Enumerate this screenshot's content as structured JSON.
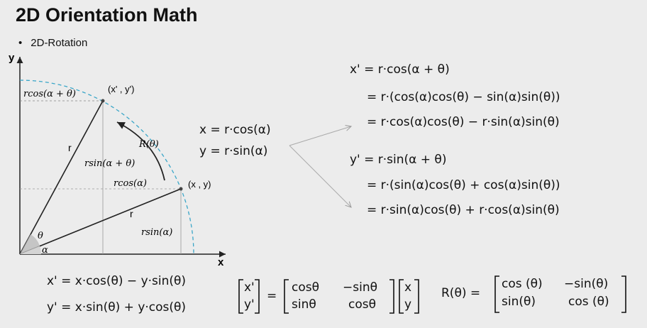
{
  "slide": {
    "title": "2D Orientation Math",
    "bullet": "2D-Rotation"
  },
  "diagram": {
    "axis_y": "y",
    "axis_x": "x",
    "point_top": "(x' , y')",
    "point_right": "(x , y)",
    "label_rcos_sum": "rcos(α + θ)",
    "label_r_upper": "r",
    "label_r_lower": "r",
    "label_rsin_sum": "rsin(α + θ)",
    "label_R": "R(θ)",
    "label_rcos_a": "rcos(α)",
    "label_rsin_a": "rsin(α)",
    "label_theta": "θ",
    "label_alpha": "α"
  },
  "polar": {
    "x_line": "x = r·cos(α)",
    "y_line": "y = r·sin(α)"
  },
  "derivation_x": {
    "l1": "x' = r·cos(α + θ)",
    "l2": "= r·(cos(α)cos(θ) − sin(α)sin(θ))",
    "l3": "= r·cos(α)cos(θ) − r·sin(α)sin(θ)"
  },
  "derivation_y": {
    "l1": "y' = r·sin(α + θ)",
    "l2": "= r·(sin(α)cos(θ) + cos(α)sin(θ))",
    "l3": "= r·sin(α)cos(θ) + r·cos(α)sin(θ)"
  },
  "bottom": {
    "eq1": "x' = x·cos(θ) − y·sin(θ)",
    "eq2": "y' = x·sin(θ) + y·cos(θ)",
    "vec_xp": "x'",
    "vec_yp": "y'",
    "eq_sign": "=",
    "m11": "cosθ",
    "m12": "−sinθ",
    "m21": "sinθ",
    "m22": "cosθ",
    "vec_x": "x",
    "vec_y": "y",
    "R_lhs": "R(θ) =",
    "r11": "cos (θ)",
    "r12": "−sin(θ)",
    "r21": "sin(θ)",
    "r22": "cos (θ)"
  },
  "colors": {
    "arc": "#3aa6c8",
    "background": "#ececec"
  }
}
